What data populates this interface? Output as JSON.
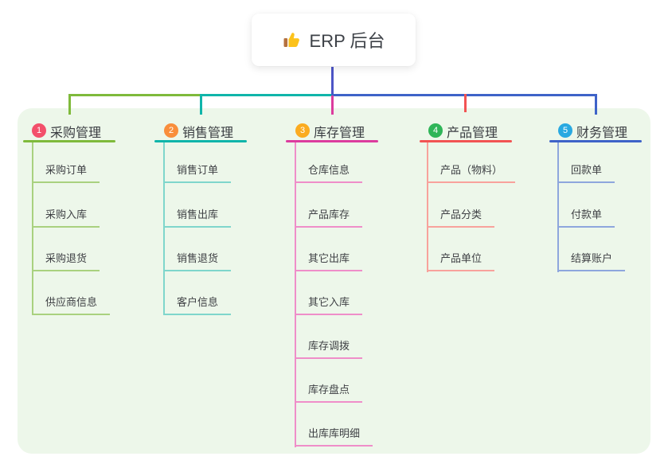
{
  "root": {
    "label": "ERP 后台",
    "icon": "thumbs-up-icon"
  },
  "panel_color": "#edf7ea",
  "connector_colors": {
    "root_stem": "#4d55c6",
    "bus_left": "#7fba3b",
    "bus_middle": "#10b5aa",
    "bus_right": "#3e63c8"
  },
  "branches": [
    {
      "number": "1",
      "label": "采购管理",
      "color": "#7fba3b",
      "light_color": "#a9d17f",
      "badge_color": "#f3506b",
      "children": [
        "采购订单",
        "采购入库",
        "采购退货",
        "供应商信息"
      ]
    },
    {
      "number": "2",
      "label": "销售管理",
      "color": "#10b5aa",
      "light_color": "#7fd6cc",
      "badge_color": "#f98e3c",
      "children": [
        "销售订单",
        "销售出库",
        "销售退货",
        "客户信息"
      ]
    },
    {
      "number": "3",
      "label": "库存管理",
      "color": "#dc3c9e",
      "light_color": "#ef8ec9",
      "badge_color": "#fbab20",
      "children": [
        "仓库信息",
        "产品库存",
        "其它出库",
        "其它入库",
        "库存调拨",
        "库存盘点",
        "出库库明细"
      ]
    },
    {
      "number": "4",
      "label": "产品管理",
      "color": "#f25353",
      "light_color": "#f8a29c",
      "badge_color": "#2fb558",
      "children": [
        "产品（物料）",
        "产品分类",
        "产品单位"
      ]
    },
    {
      "number": "5",
      "label": "财务管理",
      "color": "#3e63c8",
      "light_color": "#8ea6dd",
      "badge_color": "#29a9e1",
      "children": [
        "回款单",
        "付款单",
        "结算账户"
      ]
    }
  ]
}
